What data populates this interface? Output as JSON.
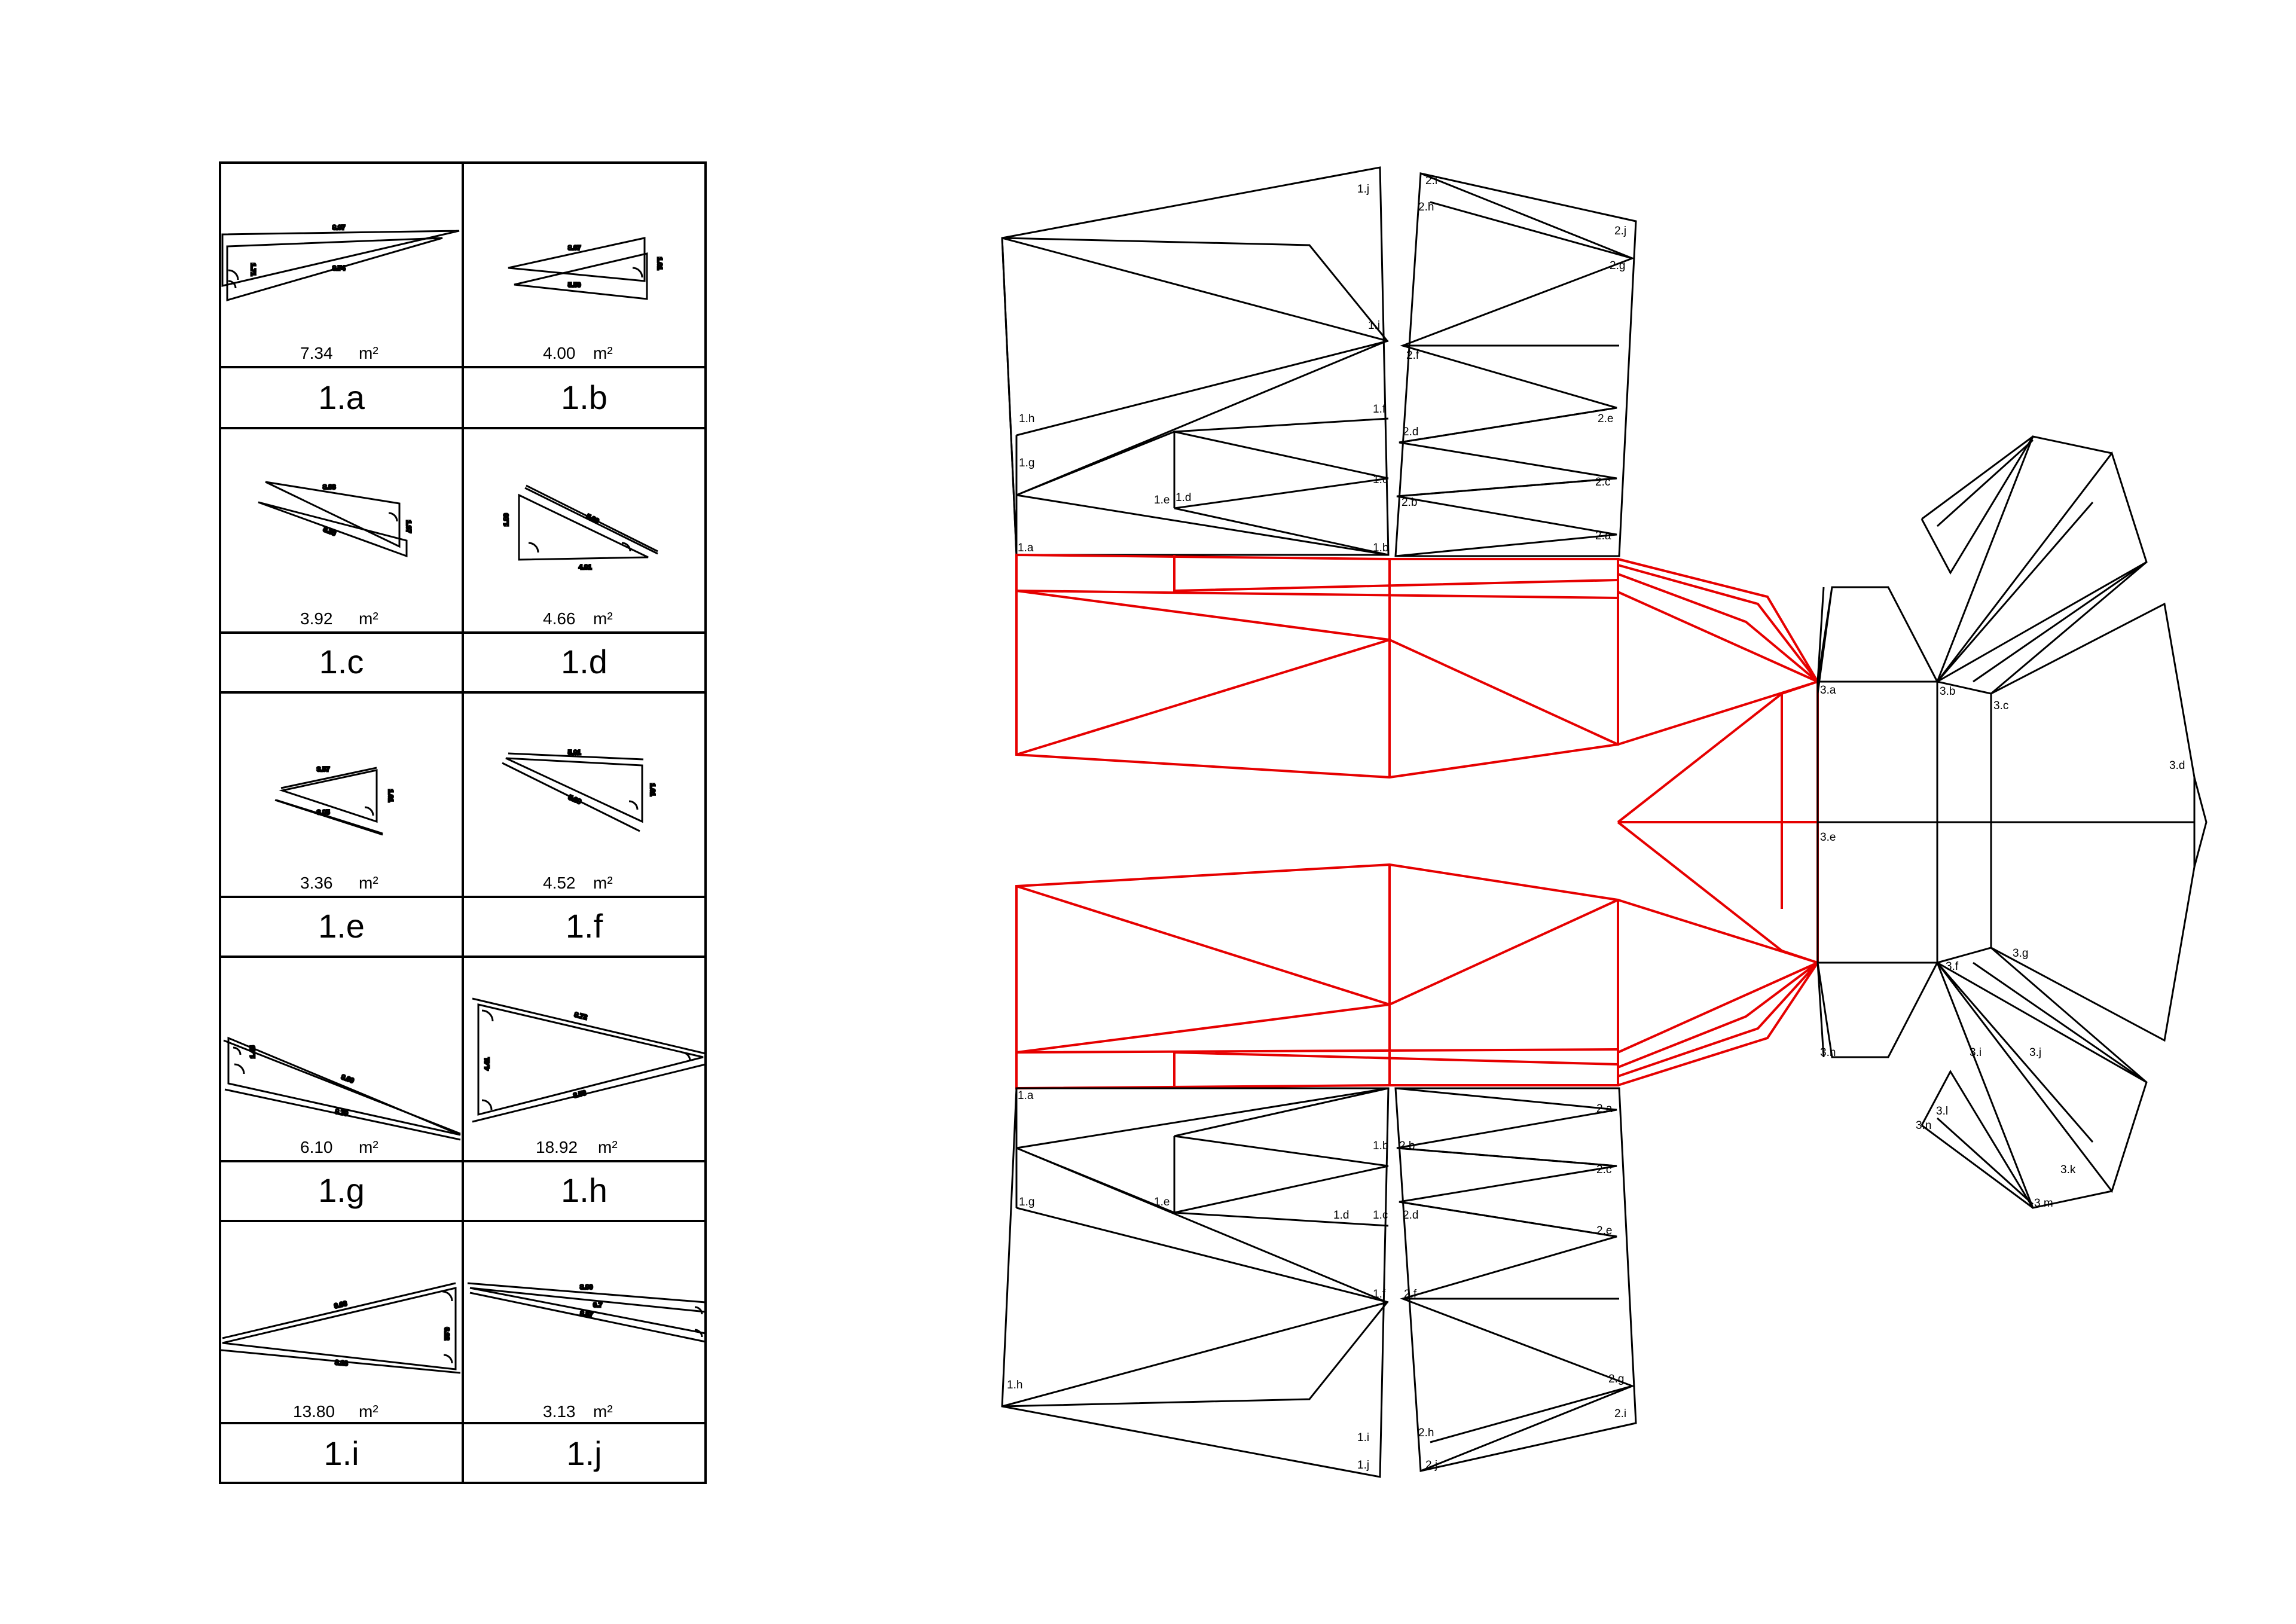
{
  "colors": {
    "ink": "#000000",
    "highlight": "#e60000",
    "background": "#ffffff"
  },
  "panel_table": {
    "cells": [
      {
        "id": "1.a",
        "area": "7.34",
        "unit": "m²",
        "dims": [
          "8.97",
          "8.74",
          "1.71"
        ]
      },
      {
        "id": "1.b",
        "area": "4.00",
        "unit": "m²",
        "dims": [
          "8.07",
          "5.50",
          "1.61"
        ]
      },
      {
        "id": "1.c",
        "area": "3.92",
        "unit": "m²",
        "dims": [
          "8.03",
          "5.36",
          "1.37"
        ]
      },
      {
        "id": "1.d",
        "area": "4.66",
        "unit": "m²",
        "dims": [
          "5.39",
          "4.91",
          "1.86"
        ]
      },
      {
        "id": "1.e",
        "area": "3.36",
        "unit": "m²",
        "dims": [
          "3.57",
          "3.85",
          "1.61"
        ]
      },
      {
        "id": "1.f",
        "area": "4.52",
        "unit": "m²",
        "dims": [
          "5.91",
          "5.38",
          "1.61"
        ]
      },
      {
        "id": "1.g",
        "area": "6.10",
        "unit": "m²",
        "dims": [
          "8.09",
          "8.79",
          "1.45"
        ]
      },
      {
        "id": "1.h",
        "area": "18.92",
        "unit": "m²",
        "dims": [
          "8.72",
          "8.53",
          "4.41"
        ]
      },
      {
        "id": "1.i",
        "area": "13.80",
        "unit": "m²",
        "dims": [
          "9.03",
          "8.18",
          "3.22"
        ]
      },
      {
        "id": "1.j",
        "area": "3.13",
        "unit": "m²",
        "dims": [
          "8.90",
          "8.57",
          "0.7"
        ]
      }
    ]
  },
  "vertex_labels": {
    "strip1_top": [
      "1.j",
      "1.i",
      "1.h",
      "1.g",
      "1.f",
      "1.e",
      "1.d",
      "1.c",
      "1.a",
      "1.b"
    ],
    "strip2_top": [
      "2.i",
      "2.h",
      "2.j",
      "2.g",
      "2.f",
      "2.e",
      "2.d",
      "2.c",
      "2.b",
      "2.a"
    ],
    "strip1_bottom": [
      "1.a",
      "1.b",
      "1.g",
      "1.e",
      "1.d",
      "1.c",
      "1.f",
      "1.h",
      "1.i",
      "1.j"
    ],
    "strip2_bottom": [
      "2.a",
      "2.b",
      "2.c",
      "2.d",
      "2.e",
      "2.f",
      "2.g",
      "2.h",
      "2.i",
      "2.j"
    ],
    "nose": [
      "3.a",
      "3.b",
      "3.c",
      "3.d",
      "3.e",
      "3.f",
      "3.g",
      "3.h",
      "3.i",
      "3.j",
      "3.k",
      "3.l",
      "3.m",
      "3.n"
    ]
  }
}
